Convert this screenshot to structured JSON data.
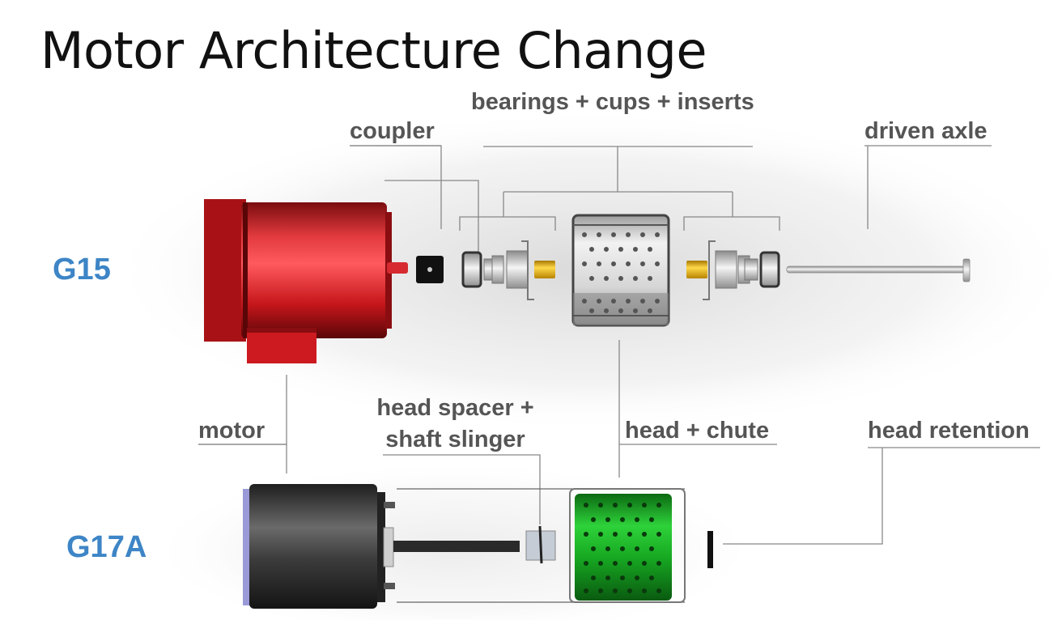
{
  "title": "Motor Architecture  Change",
  "models": {
    "top": "G15",
    "bottom": "G17A"
  },
  "labels": {
    "bearings": "bearings + cups + inserts",
    "coupler": "coupler",
    "driven_axle": "driven axle",
    "motor": "motor",
    "head_spacer_line1": "head spacer +",
    "head_spacer_line2": "shaft slinger",
    "head_chute": "head + chute",
    "head_retention": "head retention"
  },
  "colors": {
    "model_label": "#3d85c6",
    "label_text": "#555555",
    "leader_line": "#888888",
    "g15_motor": "#c8191e",
    "g15_mount": "#cc1a20",
    "g15_head": "#d8d8d8",
    "g17a_motor": "#3a3a3a",
    "g17a_head": "#16a020",
    "axle_gold": "#e8b000"
  },
  "icons": {
    "top_motor": "red-ac-motor",
    "bottom_motor": "dark-dc-motor",
    "top_head": "perforated-head-drum",
    "bottom_head": "green-perforated-head"
  }
}
